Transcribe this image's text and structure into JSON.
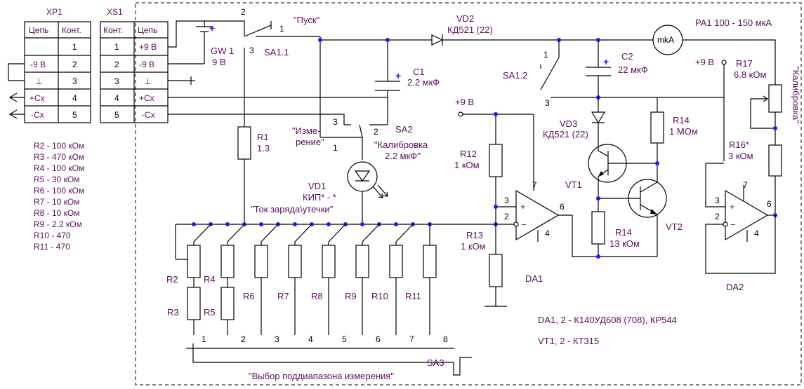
{
  "xp1": {
    "title": "XP1",
    "headers": [
      "Цепь",
      "Конт."
    ],
    "rows": [
      [
        "",
        "1"
      ],
      [
        "-9 В",
        "2"
      ],
      [
        "⊥",
        "3"
      ],
      [
        "+Cx",
        "4"
      ],
      [
        "-Cx",
        "5"
      ]
    ]
  },
  "xs1": {
    "title": "XS1",
    "headers": [
      "Конт.",
      "Цепь"
    ],
    "rows": [
      [
        "1",
        "+9 В"
      ],
      [
        "2",
        "-9 В"
      ],
      [
        "3",
        "⊥"
      ],
      [
        "4",
        "+Cx"
      ],
      [
        "5",
        "-Cx"
      ]
    ]
  },
  "resistor_list": [
    "R2   - 100 кОм",
    "R3   - 470 кОм",
    "R4   - 100 кОм",
    "R5   - 30 кОм",
    "R6   - 100 кОм",
    "R7   - 10 кОм",
    "R8   - 10 кОм",
    "R9   - 2.2 кОм",
    "R10 - 470",
    "R11 - 470"
  ],
  "battery": {
    "ref": "GW 1",
    "value": "9 В"
  },
  "sa1_1": {
    "ref": "SA1.1",
    "name": "\"Пуск\"",
    "pins": [
      "2",
      "1",
      "3"
    ]
  },
  "vd2": {
    "ref": "VD2",
    "type": "КД521 (22)"
  },
  "pa1": {
    "ref": "PA1  100 - 150 мкА",
    "symbol": "mkA"
  },
  "c1": {
    "ref": "C1",
    "value": "2.2 мкФ"
  },
  "c2": {
    "ref": "C2",
    "value": "22 мкФ"
  },
  "sa1_2": {
    "ref": "SA1.2",
    "pins": [
      "1",
      "3"
    ]
  },
  "supply_label": "+9 В",
  "r17": {
    "ref": "R17",
    "value": "6.8 кОм",
    "name": "\"Калибровка\""
  },
  "r1": {
    "ref": "R1",
    "value": "1.3"
  },
  "sa2": {
    "ref": "SA2",
    "pin3": "3",
    "pin2": "2",
    "pin1": "1",
    "pos_a": "\"Изме-",
    "pos_a2": "рение\"",
    "pos_b": "\"Калибровка",
    "pos_b2": "2.2 мкФ\""
  },
  "vd3": {
    "ref": "VD3",
    "type": "КД521 (22)"
  },
  "r14_top": {
    "ref": "R14",
    "value": "1 МОм"
  },
  "vt1": "VT1",
  "vt2": "VT2",
  "r16": {
    "ref": "R16*",
    "value": "3 кОм"
  },
  "vd1": {
    "ref": "VD1",
    "type": "КИП* - *",
    "name": "\"Ток заряда\\утечки\""
  },
  "r12": {
    "ref": "R12",
    "value": "1 кОм"
  },
  "r13": {
    "ref": "R13",
    "value": "1 кОм"
  },
  "r14_bot": {
    "ref": "R14",
    "value": "13 кОм"
  },
  "da1": {
    "ref": "DA1",
    "pins": [
      "7",
      "3",
      "2",
      "6",
      "4"
    ]
  },
  "da2": {
    "ref": "DA2",
    "pins": [
      "3",
      "7",
      "2",
      "6",
      "4"
    ]
  },
  "bank_labels": {
    "r2": "R2",
    "r3": "R3",
    "r4": "R4",
    "r5": "R5",
    "r6": "R6",
    "r7": "R7",
    "r8": "R8",
    "r9": "R9",
    "r10": "R10",
    "r11": "R11"
  },
  "sa3": {
    "ref": "SA3",
    "name": "\"Выбор поддиапазона измерения\"",
    "positions": [
      "1",
      "2",
      "3",
      "4",
      "5",
      "6",
      "7",
      "8"
    ]
  },
  "notes": [
    "DA1, 2  -  К140УД608 (708), КР544",
    "VT1, 2  -  КТ315"
  ]
}
